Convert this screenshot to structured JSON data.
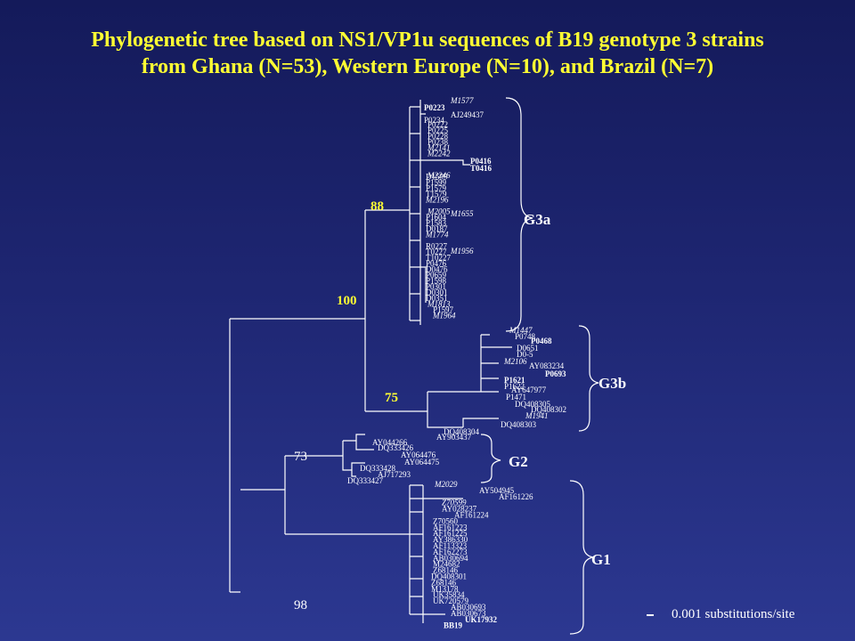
{
  "title_line1": "Phylogenetic tree based on NS1/VP1u sequences of B19 genotype 3 strains",
  "title_line2": "from Ghana (N=53), Western Europe (N=10), and Brazil (N=7)",
  "scale_label": "0.001 substitutions/site",
  "colors": {
    "title": "#ffff33",
    "bootstrap_yellow": "#ffff33",
    "bootstrap_white": "#ffffff",
    "line": "#ffffff",
    "bracket": "#ffffff"
  },
  "bootstraps": [
    {
      "label": "88",
      "color": "yellow"
    },
    {
      "label": "100",
      "color": "yellow"
    },
    {
      "label": "75",
      "color": "yellow"
    },
    {
      "label": "73",
      "color": "white"
    },
    {
      "label": "98",
      "color": "white"
    }
  ],
  "clades": [
    "G3a",
    "G3b",
    "G2",
    "G1"
  ],
  "g3a_leaves": [
    {
      "t": "M1577",
      "s": "it"
    },
    {
      "t": "P0223",
      "s": "b"
    },
    {
      "t": "AJ249437",
      "s": ""
    },
    {
      "t": "P0234",
      "s": ""
    },
    {
      "t": "P0222",
      "s": ""
    },
    {
      "t": "P0225",
      "s": ""
    },
    {
      "t": "P0228",
      "s": ""
    },
    {
      "t": "P0238",
      "s": ""
    },
    {
      "t": "M2141",
      "s": "it"
    },
    {
      "t": "M2242",
      "s": "it"
    },
    {
      "t": "P0416",
      "s": "b"
    },
    {
      "t": "T0416",
      "s": "b"
    },
    {
      "t": "M2246",
      "s": "it"
    },
    {
      "t": "D1599",
      "s": ""
    },
    {
      "t": "P1599",
      "s": ""
    },
    {
      "t": "P1579",
      "s": ""
    },
    {
      "t": "T1579",
      "s": ""
    },
    {
      "t": "M2196",
      "s": "it"
    },
    {
      "t": "M1655",
      "s": "it"
    },
    {
      "t": "M2005",
      "s": "it"
    },
    {
      "t": "P1604",
      "s": ""
    },
    {
      "t": "P1583",
      "s": ""
    },
    {
      "t": "D0187",
      "s": ""
    },
    {
      "t": "M1774",
      "s": "it"
    },
    {
      "t": "M1956",
      "s": "it"
    },
    {
      "t": "R0227",
      "s": ""
    },
    {
      "t": "T0227",
      "s": ""
    },
    {
      "t": "T10227",
      "s": ""
    },
    {
      "t": "P0476",
      "s": ""
    },
    {
      "t": "D0476",
      "s": ""
    },
    {
      "t": "P0659",
      "s": ""
    },
    {
      "t": "P1598",
      "s": ""
    },
    {
      "t": "P0301",
      "s": ""
    },
    {
      "t": "D0301",
      "s": ""
    },
    {
      "t": "D0351",
      "s": ""
    },
    {
      "t": "M1813",
      "s": "it"
    },
    {
      "t": "P1597",
      "s": ""
    },
    {
      "t": "M1964",
      "s": "it"
    }
  ],
  "g3b_leaves": [
    {
      "t": "M1447",
      "s": "it"
    },
    {
      "t": "P0748",
      "s": ""
    },
    {
      "t": "P0468",
      "s": "b"
    },
    {
      "t": "D0651",
      "s": ""
    },
    {
      "t": "D0-5",
      "s": ""
    },
    {
      "t": "M2106",
      "s": "it"
    },
    {
      "t": "AY083234",
      "s": ""
    },
    {
      "t": "P0693",
      "s": "b"
    },
    {
      "t": "P1621",
      "s": "b"
    },
    {
      "t": "P1622",
      "s": ""
    },
    {
      "t": "AY647977",
      "s": ""
    },
    {
      "t": "P1471",
      "s": ""
    },
    {
      "t": "DQ408305",
      "s": ""
    },
    {
      "t": "DQ408302",
      "s": ""
    },
    {
      "t": "M1941",
      "s": "it"
    },
    {
      "t": "DQ408303",
      "s": ""
    },
    {
      "t": "DQ408304",
      "s": ""
    }
  ],
  "g2_leaves": [
    {
      "t": "AY903437",
      "s": ""
    },
    {
      "t": "AY044266",
      "s": ""
    },
    {
      "t": "DQ333426",
      "s": ""
    },
    {
      "t": "AY064476",
      "s": ""
    },
    {
      "t": "AY064475",
      "s": ""
    },
    {
      "t": "DQ333428",
      "s": ""
    },
    {
      "t": "AJ717293",
      "s": ""
    },
    {
      "t": "DQ333427",
      "s": ""
    }
  ],
  "g1_leaves": [
    {
      "t": "M2029",
      "s": "it"
    },
    {
      "t": "AY504945",
      "s": ""
    },
    {
      "t": "AF161226",
      "s": ""
    },
    {
      "t": "Z70599",
      "s": "it"
    },
    {
      "t": "AY028237",
      "s": ""
    },
    {
      "t": "AF161224",
      "s": ""
    },
    {
      "t": "Z70560",
      "s": ""
    },
    {
      "t": "AF161223",
      "s": ""
    },
    {
      "t": "AF161225",
      "s": ""
    },
    {
      "t": "AY386330",
      "s": ""
    },
    {
      "t": "AF113323",
      "s": ""
    },
    {
      "t": "AF162273",
      "s": ""
    },
    {
      "t": "AB030694",
      "s": ""
    },
    {
      "t": "M24682",
      "s": ""
    },
    {
      "t": "Z68146",
      "s": ""
    },
    {
      "t": "DQ408301",
      "s": ""
    },
    {
      "t": "Z68146",
      "s": ""
    },
    {
      "t": "M13178",
      "s": ""
    },
    {
      "t": "UK35834",
      "s": ""
    },
    {
      "t": "UK720579",
      "s": ""
    },
    {
      "t": "AB030693",
      "s": ""
    },
    {
      "t": "AB030673",
      "s": ""
    },
    {
      "t": "UK17932",
      "s": "b"
    },
    {
      "t": "BB19",
      "s": "b"
    }
  ]
}
